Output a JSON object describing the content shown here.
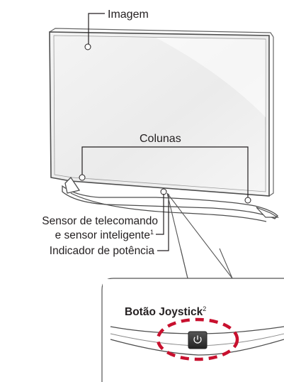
{
  "labels": {
    "screen": "Imagem",
    "speakers": "Colunas",
    "remote_sensor_line1": "Sensor de telecomando",
    "remote_sensor_line2": "e sensor inteligente",
    "remote_sensor_note": "1",
    "power_indicator": "Indicador de potência",
    "joystick_title": "Botão Joystick",
    "joystick_note": "2"
  },
  "icons": {
    "power_button": "power-icon"
  },
  "colors": {
    "highlight_dashes": "#c8102e",
    "outline": "#555555",
    "screen_fill": "#efefef",
    "button_fill": "#3a3a3a"
  }
}
